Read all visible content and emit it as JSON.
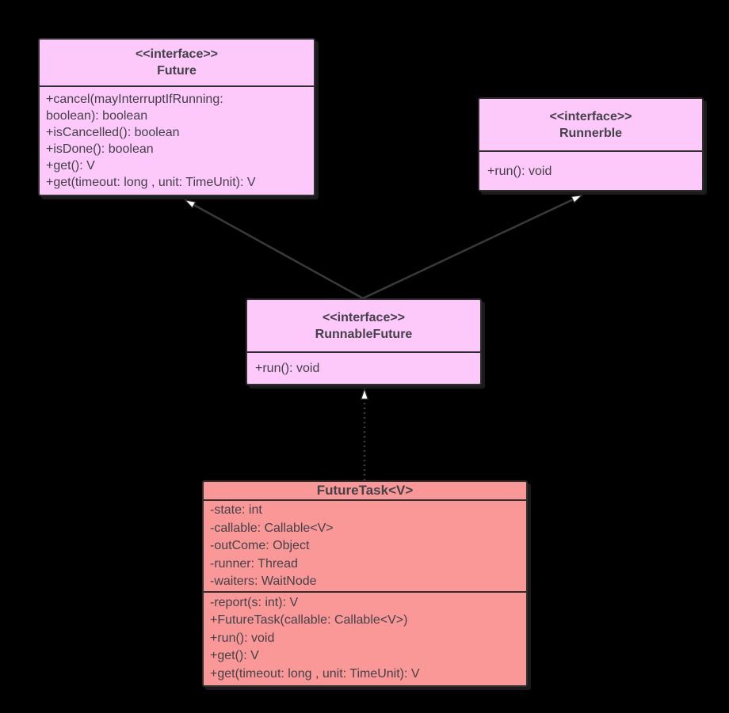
{
  "diagram": {
    "kind": "uml-class-diagram",
    "background": "#000000"
  },
  "colors": {
    "interface_fill": "#fdc8fa",
    "class_fill": "#fa9898",
    "stroke": "#2e2e2e",
    "connector_line": "#3a3a3a",
    "text": "#424248",
    "arrowhead_fill": "#ffffff"
  },
  "boxes": {
    "future": {
      "stereotype": "<<interface>>",
      "name": "Future",
      "methods": [
        "+cancel(mayInterruptIfRunning: boolean): boolean",
        "+isCancelled(): boolean",
        "+isDone(): boolean",
        "+get(): V",
        "+get(timeout: long , unit: TimeUnit): V"
      ]
    },
    "runnerble": {
      "stereotype": "<<interface>>",
      "name": "Runnerble",
      "methods": [
        "+run(): void"
      ]
    },
    "runnable_future": {
      "stereotype": "<<interface>>",
      "name": "RunnableFuture",
      "methods": [
        "+run(): void"
      ]
    },
    "future_task": {
      "name": "FutureTask<V>",
      "fields": [
        "-state: int",
        "-callable: Callable<V>",
        "-outCome: Object",
        "-runner: Thread",
        "-waiters: WaitNode"
      ],
      "methods": [
        "-report(s: int): V",
        "+FutureTask(callable: Callable<V>)",
        "+run(): void",
        "+get(): V",
        "+get(timeout: long , unit: TimeUnit): V"
      ]
    }
  },
  "relations": [
    {
      "from": "RunnableFuture",
      "to": "Future",
      "type": "generalization",
      "line_style": "solid"
    },
    {
      "from": "RunnableFuture",
      "to": "Runnerble",
      "type": "generalization",
      "line_style": "solid"
    },
    {
      "from": "FutureTask<V>",
      "to": "RunnableFuture",
      "type": "realization",
      "line_style": "dotted"
    }
  ]
}
